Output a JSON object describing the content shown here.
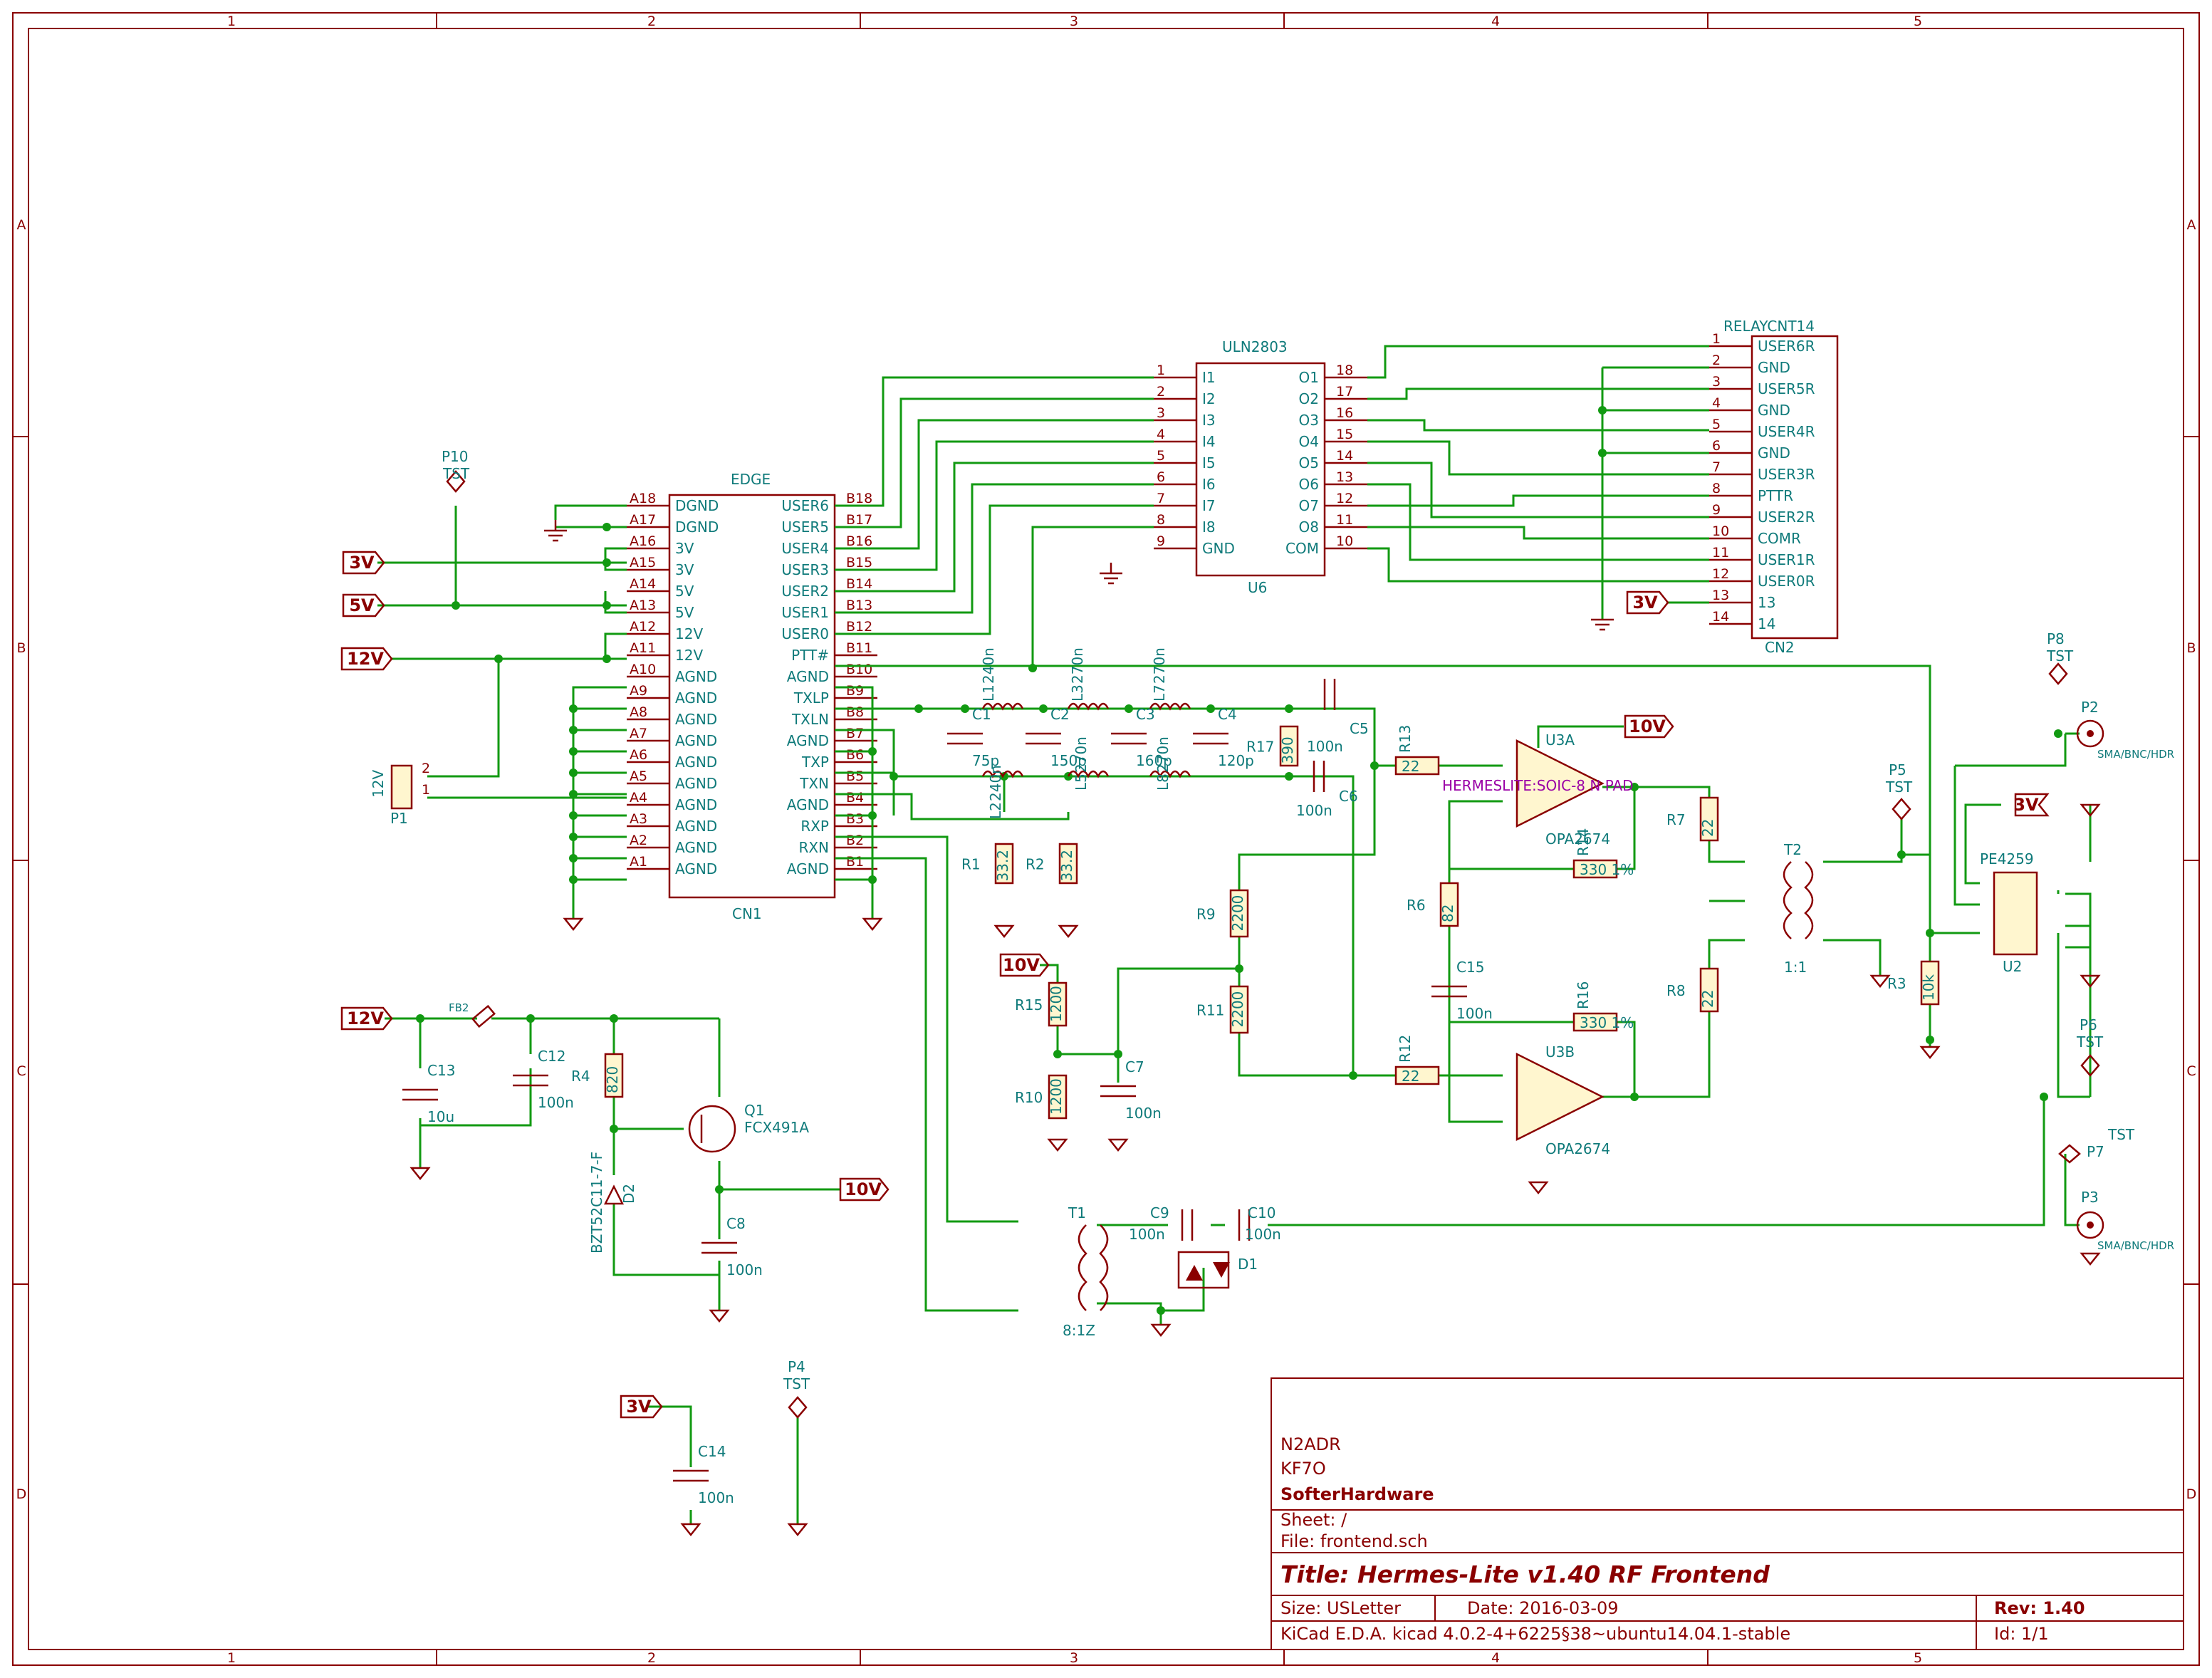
{
  "sheet": {
    "col_labels": [
      "1",
      "2",
      "3",
      "4",
      "5"
    ],
    "row_labels": [
      "A",
      "B",
      "C",
      "D"
    ]
  },
  "title_block": {
    "line1": "N2ADR",
    "line2": "KF7O",
    "company": "SofterHardware",
    "sheet": "Sheet: /",
    "file": "File: frontend.sch",
    "title": "Title: Hermes-Lite v1.40 RF Frontend",
    "size": "Size: USLetter",
    "date": "Date: 2016-03-09",
    "rev": "Rev: 1.40",
    "tool": "KiCad E.D.A.  kicad 4.0.2-4+6225§38~ubuntu14.04.1-stable",
    "id": "Id: 1/1"
  },
  "labels": {
    "v3": "3V",
    "v5": "5V",
    "v12": "12V",
    "v10": "10V"
  },
  "cn1": {
    "name": "EDGE",
    "ref": "CN1",
    "left": [
      {
        "pin": "A18",
        "name": "DGND"
      },
      {
        "pin": "A17",
        "name": "DGND"
      },
      {
        "pin": "A16",
        "name": "3V"
      },
      {
        "pin": "A15",
        "name": "3V"
      },
      {
        "pin": "A14",
        "name": "5V"
      },
      {
        "pin": "A13",
        "name": "5V"
      },
      {
        "pin": "A12",
        "name": "12V"
      },
      {
        "pin": "A11",
        "name": "12V"
      },
      {
        "pin": "A10",
        "name": "AGND"
      },
      {
        "pin": "A9",
        "name": "AGND"
      },
      {
        "pin": "A8",
        "name": "AGND"
      },
      {
        "pin": "A7",
        "name": "AGND"
      },
      {
        "pin": "A6",
        "name": "AGND"
      },
      {
        "pin": "A5",
        "name": "AGND"
      },
      {
        "pin": "A4",
        "name": "AGND"
      },
      {
        "pin": "A3",
        "name": "AGND"
      },
      {
        "pin": "A2",
        "name": "AGND"
      },
      {
        "pin": "A1",
        "name": "AGND"
      }
    ],
    "right": [
      {
        "pin": "B18",
        "name": "USER6"
      },
      {
        "pin": "B17",
        "name": "USER5"
      },
      {
        "pin": "B16",
        "name": "USER4"
      },
      {
        "pin": "B15",
        "name": "USER3"
      },
      {
        "pin": "B14",
        "name": "USER2"
      },
      {
        "pin": "B13",
        "name": "USER1"
      },
      {
        "pin": "B12",
        "name": "USER0"
      },
      {
        "pin": "B11",
        "name": "PTT#"
      },
      {
        "pin": "B10",
        "name": "AGND"
      },
      {
        "pin": "B9",
        "name": "TXLP"
      },
      {
        "pin": "B8",
        "name": "TXLN"
      },
      {
        "pin": "B7",
        "name": "AGND"
      },
      {
        "pin": "B6",
        "name": "TXP"
      },
      {
        "pin": "B5",
        "name": "TXN"
      },
      {
        "pin": "B4",
        "name": "AGND"
      },
      {
        "pin": "B3",
        "name": "RXP"
      },
      {
        "pin": "B2",
        "name": "RXN"
      },
      {
        "pin": "B1",
        "name": "AGND"
      }
    ]
  },
  "u6": {
    "name": "ULN2803",
    "ref": "U6",
    "left": [
      {
        "pin": "1",
        "name": "I1"
      },
      {
        "pin": "2",
        "name": "I2"
      },
      {
        "pin": "3",
        "name": "I3"
      },
      {
        "pin": "4",
        "name": "I4"
      },
      {
        "pin": "5",
        "name": "I5"
      },
      {
        "pin": "6",
        "name": "I6"
      },
      {
        "pin": "7",
        "name": "I7"
      },
      {
        "pin": "8",
        "name": "I8"
      },
      {
        "pin": "9",
        "name": "GND"
      }
    ],
    "right": [
      {
        "pin": "18",
        "name": "O1"
      },
      {
        "pin": "17",
        "name": "O2"
      },
      {
        "pin": "16",
        "name": "O3"
      },
      {
        "pin": "15",
        "name": "O4"
      },
      {
        "pin": "14",
        "name": "O5"
      },
      {
        "pin": "13",
        "name": "O6"
      },
      {
        "pin": "12",
        "name": "O7"
      },
      {
        "pin": "11",
        "name": "O8"
      },
      {
        "pin": "10",
        "name": "COM"
      }
    ]
  },
  "cn2": {
    "name": "RELAYCNT14",
    "ref": "CN2",
    "pins": [
      {
        "pin": "1",
        "name": "USER6R"
      },
      {
        "pin": "2",
        "name": "GND"
      },
      {
        "pin": "3",
        "name": "USER5R"
      },
      {
        "pin": "4",
        "name": "GND"
      },
      {
        "pin": "5",
        "name": "USER4R"
      },
      {
        "pin": "6",
        "name": "GND"
      },
      {
        "pin": "7",
        "name": "USER3R"
      },
      {
        "pin": "8",
        "name": "PTTR"
      },
      {
        "pin": "9",
        "name": "USER2R"
      },
      {
        "pin": "10",
        "name": "COMR"
      },
      {
        "pin": "11",
        "name": "USER1R"
      },
      {
        "pin": "12",
        "name": "USER0R"
      },
      {
        "pin": "13",
        "name": "13"
      },
      {
        "pin": "14",
        "name": "14"
      }
    ]
  },
  "parts": {
    "p10": "P10",
    "p10v": "TST",
    "p1": "P1",
    "p1v": "12V",
    "p8": "P8",
    "p8v": "TST",
    "p2": "P2",
    "p2v": "SMA/BNC/HDR",
    "p3": "P3",
    "p3v": "SMA/BNC/HDR",
    "p5": "P5",
    "p5v": "TST",
    "p6": "P6",
    "p6v": "TST",
    "p7": "P7",
    "p7v": "TST",
    "p4": "P4",
    "p4v": "TST",
    "u2": "U2",
    "u2v": "PE4259",
    "u3a": "U3A",
    "u3b": "U3B",
    "opa": "OPA2674",
    "pad": "HERMESLITE:SOIC-8 N PAD",
    "t2": "T2",
    "t2v": "1:1",
    "t1": "T1",
    "t1v": "8:1Z",
    "q1": "Q1",
    "q1v": "FCX491A",
    "d2v": "BZT52C11-7-F",
    "d2": "D2",
    "d1": "D1",
    "fb2": "FB2",
    "c1": "C1",
    "c1v": "75p",
    "c2": "C2",
    "c2v": "150p",
    "c3": "C3",
    "c3v": "160p",
    "c4": "C4",
    "c4v": "120p",
    "c5": "C5",
    "c5v": "100n",
    "c6": "C6",
    "c6v": "100n",
    "c7": "C7",
    "c7v": "100n",
    "c8": "C8",
    "c8v": "100n",
    "c9": "C9",
    "c9v": "100n",
    "c10": "C10",
    "c10v": "100n",
    "c12": "C12",
    "c12v": "100n",
    "c13": "C13",
    "c13v": "10u",
    "c14": "C14",
    "c14v": "100n",
    "c15": "C15",
    "c15v": "100n",
    "l1": "L1",
    "l1v": "240n",
    "l2": "L2",
    "l2v": "240n",
    "l3": "L3",
    "l3v": "270n",
    "l5": "L5",
    "l5v": "270n",
    "l7": "L7",
    "l7v": "270n",
    "l8": "L8",
    "l8v": "270n",
    "r1": "R1",
    "r1v": "33.2",
    "r2": "R2",
    "r2v": "33.2",
    "r3": "R3",
    "r3v": "10k",
    "r4": "R4",
    "r4v": "820",
    "r6": "R6",
    "r6v": "82",
    "r7": "R7",
    "r7v": "22",
    "r8": "R8",
    "r8v": "22",
    "r9": "R9",
    "r9v": "2200",
    "r10": "R10",
    "r10v": "1200",
    "r11": "R11",
    "r11v": "2200",
    "r12": "R12",
    "r12v": "22",
    "r13": "R13",
    "r13v": "22",
    "r14": "R14",
    "r14v": "330 1%",
    "r15": "R15",
    "r15v": "1200",
    "r16": "R16",
    "r16v": "330 1%",
    "r17": "R17",
    "r17v": "390"
  }
}
